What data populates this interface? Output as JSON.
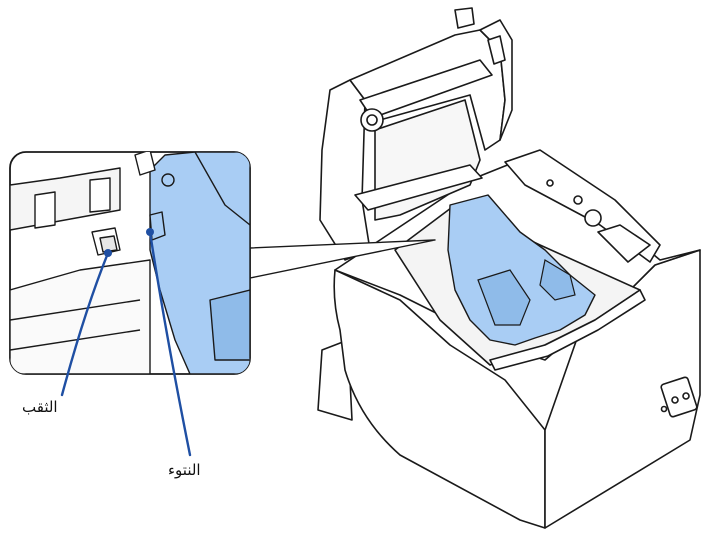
{
  "labels": {
    "hole": "الثقب",
    "protrusion": "النتوء"
  },
  "colors": {
    "highlight_part": "#a9cdf4",
    "outline": "#1a1a1a",
    "leader_line": "#1f4fa3",
    "leader_dot": "#1f4fa3",
    "background": "#ffffff"
  },
  "icons": {
    "printer": "printer-illustration",
    "magnifier": "zoom-inset-callout"
  }
}
